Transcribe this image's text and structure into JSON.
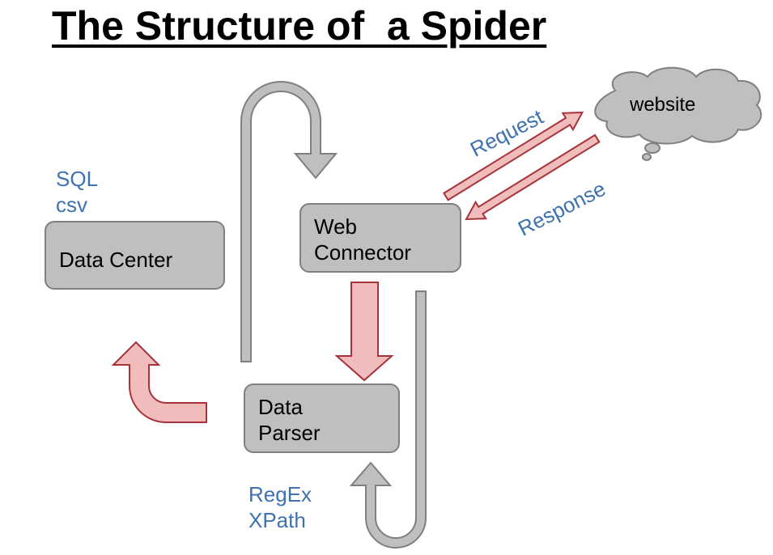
{
  "title": "The Structure of  a Spider",
  "nodes": {
    "data_center": {
      "label": "Data Center"
    },
    "web_connector": {
      "line1": "Web",
      "line2": "Connector"
    },
    "data_parser": {
      "line1": "Data",
      "line2": "Parser"
    },
    "website": {
      "label": "website"
    }
  },
  "labels": {
    "storage_1": "SQL",
    "storage_2": "csv",
    "parse_1": "RegEx",
    "parse_2": "XPath",
    "request": "Request",
    "response": "Response"
  },
  "colors": {
    "box_fill": "#bfbfbf",
    "box_border": "#7f7f7f",
    "pink_fill": "#f0bcbc",
    "pink_stroke": "#a8323a",
    "label_blue": "#3e72b0"
  }
}
